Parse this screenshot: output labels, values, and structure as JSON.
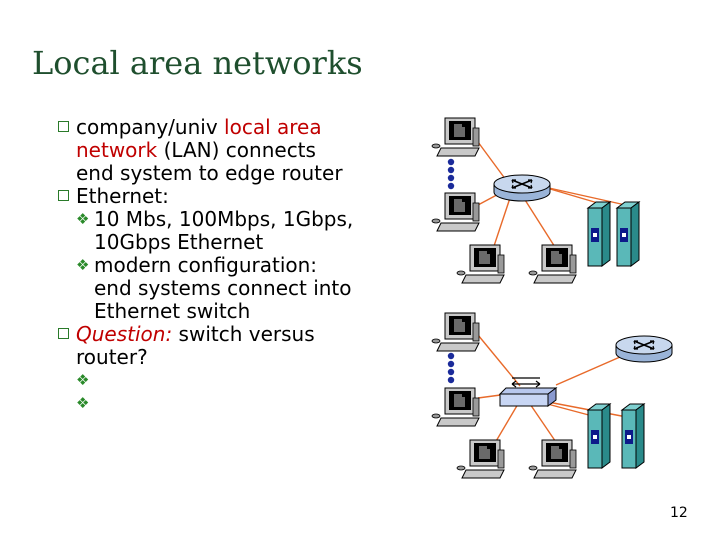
{
  "slide": {
    "title": "Local area networks",
    "page_number": "12"
  },
  "bullets": {
    "b1_prefix": "company/univ ",
    "b1_red": "local area network",
    "b1_suffix": " (LAN) connects end system to edge router",
    "b2": "Ethernet:",
    "b2_1": "10 Mbs, 100Mbps, 1Gbps, 10Gbps Ethernet",
    "b2_2": "modern configuration: end systems connect into Ethernet switch",
    "b3_red": "Question:",
    "b3_rest": " switch versus router?"
  },
  "colors": {
    "title": "#1f4f2e",
    "accent_red": "#c00000",
    "link_line": "#e86a2a",
    "dot_blue": "#1a2a9a"
  },
  "icons": [
    "checkbox-bullet-icon",
    "diamond-bullet-icon",
    "router-icon",
    "ethernet-switch-icon",
    "server-icon",
    "computer-icon"
  ]
}
